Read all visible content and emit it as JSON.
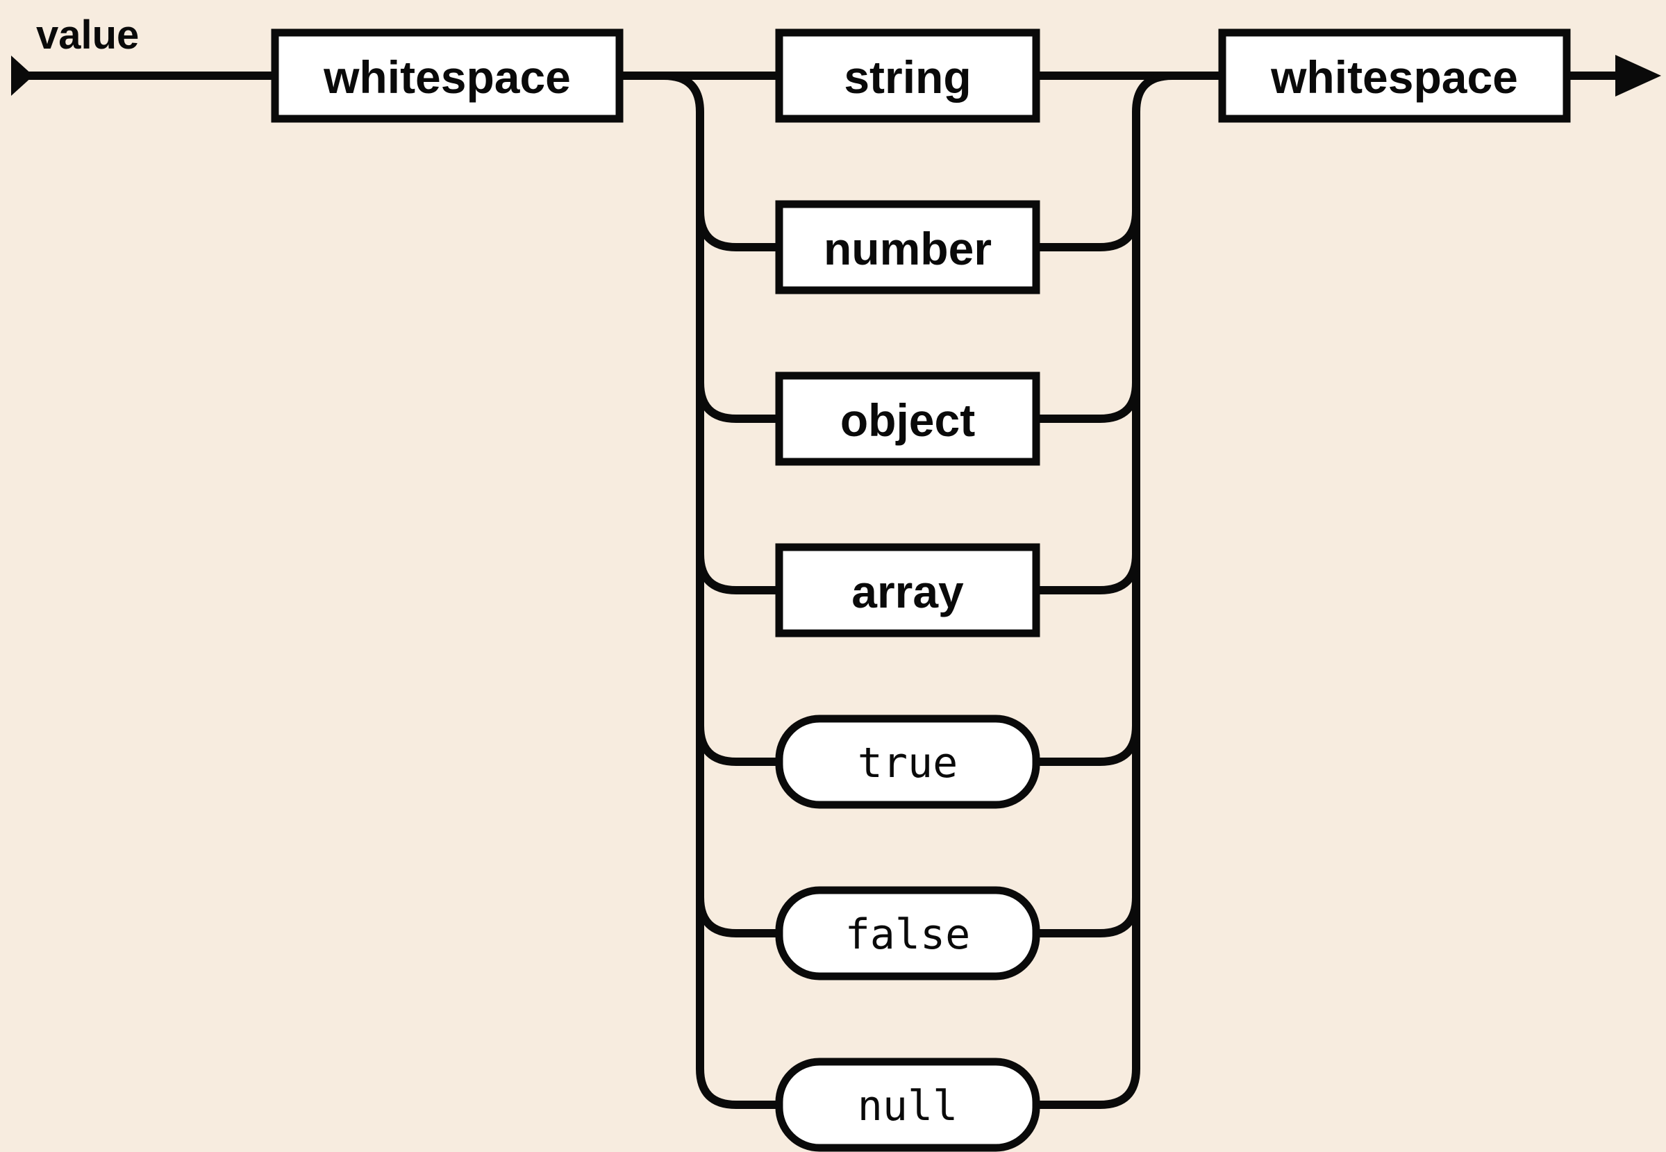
{
  "title": "value",
  "colors": {
    "background": "#f7ecdf",
    "line": "#0a0a0a",
    "node_fill": "#ffffff"
  },
  "diagram": {
    "kind": "railroad-syntax-diagram",
    "rule_name": "value",
    "entry_node": {
      "label": "whitespace",
      "kind": "non-terminal"
    },
    "exit_node": {
      "label": "whitespace",
      "kind": "non-terminal"
    },
    "branches": [
      {
        "label": "string",
        "kind": "non-terminal"
      },
      {
        "label": "number",
        "kind": "non-terminal"
      },
      {
        "label": "object",
        "kind": "non-terminal"
      },
      {
        "label": "array",
        "kind": "non-terminal"
      },
      {
        "label": "true",
        "kind": "terminal"
      },
      {
        "label": "false",
        "kind": "terminal"
      },
      {
        "label": "null",
        "kind": "terminal"
      }
    ]
  }
}
